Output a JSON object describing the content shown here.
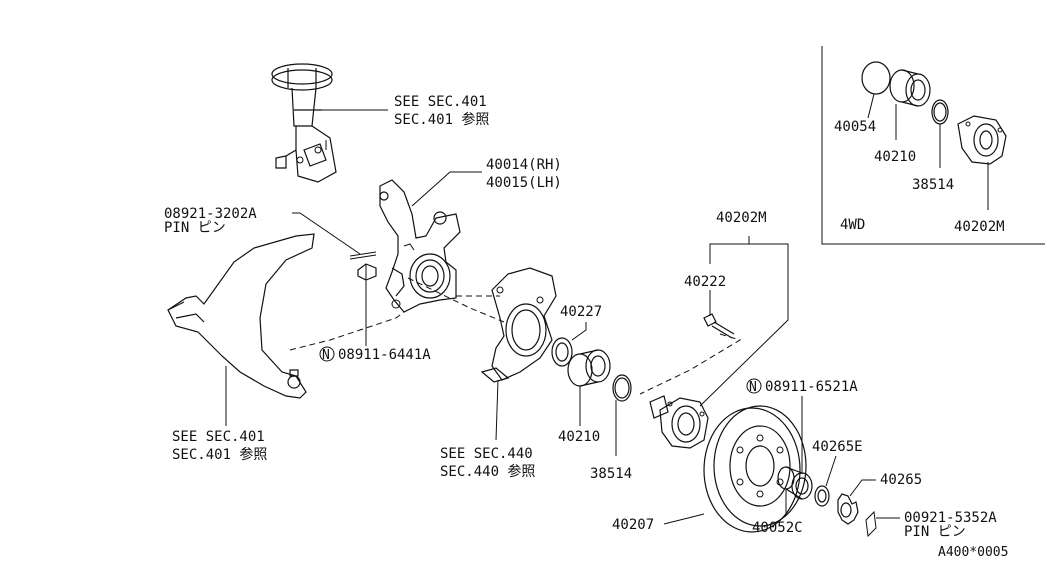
{
  "labels": {
    "strut_ref_1": "SEE SEC.401",
    "strut_ref_2": "SEC.401 参照",
    "knuckle_rh": "40014(RH)",
    "knuckle_lh": "40015(LH)",
    "pin_part": "08921-3202A",
    "pin_name": "PIN ピン",
    "nut_part": "08911-6441A",
    "arm_ref_1": "SEE SEC.401",
    "arm_ref_2": "SEC.401 参照",
    "shield_ref_1": "SEE SEC.440",
    "shield_ref_2": "SEC.440 参照",
    "seal_inner": "40227",
    "bearing": "40210",
    "snap_ring": "38514",
    "hub_assembly": "40202M",
    "bolt": "40222",
    "hub_nut_part": "08911-6521A",
    "washer": "40265E",
    "lock_nut": "40265",
    "cotter_part": "00921-5352A",
    "cotter_name": "PIN ピン",
    "rotor": "40207",
    "outer_bearing": "40052C",
    "inset_cap": "40054",
    "inset_bearing": "40210",
    "inset_snap_ring": "38514",
    "inset_hub": "40202M",
    "inset_title": "4WD",
    "diagram_id": "A400*0005",
    "nut_marker_1": "N",
    "nut_marker_2": "N"
  }
}
